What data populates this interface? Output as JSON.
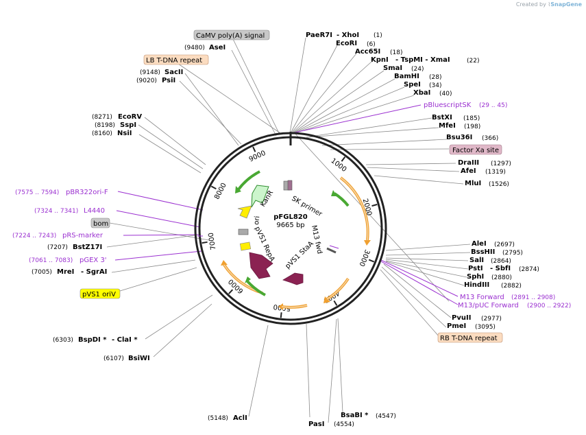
{
  "credit": {
    "prefix": "Created by",
    "brand": "SnapGene"
  },
  "plasmid": {
    "name": "pFGL820",
    "size": "9665 bp"
  },
  "ticks": [
    "1000",
    "2000",
    "3000",
    "4000",
    "5000",
    "6000",
    "7000",
    "8000",
    "9000"
  ],
  "enzymes": [
    {
      "name": "PaeR7I",
      "extra": "- XhoI",
      "pos": "(1)"
    },
    {
      "name": "EcoRI",
      "pos": "(6)"
    },
    {
      "name": "Acc65I",
      "pos": "(18)"
    },
    {
      "name": "KpnI",
      "extra": "- TspMI   - XmaI",
      "pos": "(22)"
    },
    {
      "name": "SmaI",
      "pos": "(24)"
    },
    {
      "name": "BamHI",
      "pos": "(28)"
    },
    {
      "name": "SpeI",
      "pos": "(34)"
    },
    {
      "name": "XbaI",
      "pos": "(40)"
    },
    {
      "name": "BstXI",
      "pos": "(185)"
    },
    {
      "name": "MfeI",
      "pos": "(198)"
    },
    {
      "name": "Bsu36I",
      "pos": "(366)"
    },
    {
      "name": "DraIII",
      "pos": "(1297)"
    },
    {
      "name": "AfeI",
      "pos": "(1319)"
    },
    {
      "name": "MluI",
      "pos": "(1526)"
    },
    {
      "name": "AleI",
      "pos": "(2697)"
    },
    {
      "name": "BssHII",
      "pos": "(2795)"
    },
    {
      "name": "SalI",
      "pos": "(2864)"
    },
    {
      "name": "PstI",
      "extra": "- SbfI",
      "pos": "(2874)"
    },
    {
      "name": "SphI",
      "pos": "(2880)"
    },
    {
      "name": "HindIII",
      "pos": "(2882)"
    },
    {
      "name": "PvuII",
      "pos": "(2977)"
    },
    {
      "name": "PmeI",
      "pos": "(3095)"
    },
    {
      "name": "BsaBI *",
      "pos": "(4547)"
    },
    {
      "name": "PasI",
      "pos": "(4554)"
    },
    {
      "name": "AclI",
      "pos": "(5148)"
    },
    {
      "name": "BsiWI",
      "pos": "(6107)"
    },
    {
      "name": "BspDI *",
      "extra": "- ClaI *",
      "pos": "(6303)"
    },
    {
      "name": "MreI",
      "extra": "- SgrAI",
      "pos": "(7005)"
    },
    {
      "name": "BstZ17I",
      "pos": "(7207)"
    },
    {
      "name": "NsiI",
      "pos": "(8160)"
    },
    {
      "name": "SspI",
      "pos": "(8198)"
    },
    {
      "name": "EcoRV",
      "pos": "(8271)"
    },
    {
      "name": "PsiI",
      "pos": "(9020)"
    },
    {
      "name": "SacII",
      "pos": "(9148)"
    },
    {
      "name": "AseI",
      "pos": "(9480)"
    }
  ],
  "primers": [
    {
      "name": "pBluescriptSK",
      "range": "(29 .. 45)"
    },
    {
      "name": "M13 Forward",
      "range": "(2891 .. 2908)"
    },
    {
      "name": "M13/pUC Forward",
      "range": "(2900 .. 2922)"
    },
    {
      "name": "pGEX 3'",
      "range": "(7061 .. 7083)"
    },
    {
      "name": "pRS-marker",
      "range": "(7224 .. 7243)"
    },
    {
      "name": "L4440",
      "range": "(7324 .. 7341)"
    },
    {
      "name": "pBR322ori-F",
      "range": "(7575 .. 7594)"
    }
  ],
  "boxed": [
    {
      "name": "CaMV poly(A) signal",
      "color": "#c8c8c8"
    },
    {
      "name": "LB T-DNA repeat",
      "color": "#fbdcc0"
    },
    {
      "name": "Factor Xa site",
      "color": "#e0b8c8"
    },
    {
      "name": "RB T-DNA repeat",
      "color": "#fbdcc0"
    },
    {
      "name": "bom",
      "color": "#c8c8c8"
    },
    {
      "name": "pVS1 oriV",
      "color": "#ffff00"
    }
  ],
  "inner_labels": [
    "KanR",
    "ori",
    "SK primer",
    "M13 fwd",
    "pVS1 RepA",
    "pVS1 StaA"
  ],
  "colors": {
    "primer": "#9a2fd0",
    "ring": "#222222",
    "orange": "#f0a030",
    "green": "#49a833",
    "maroon": "#8b2252",
    "yellow": "#ffee00"
  }
}
